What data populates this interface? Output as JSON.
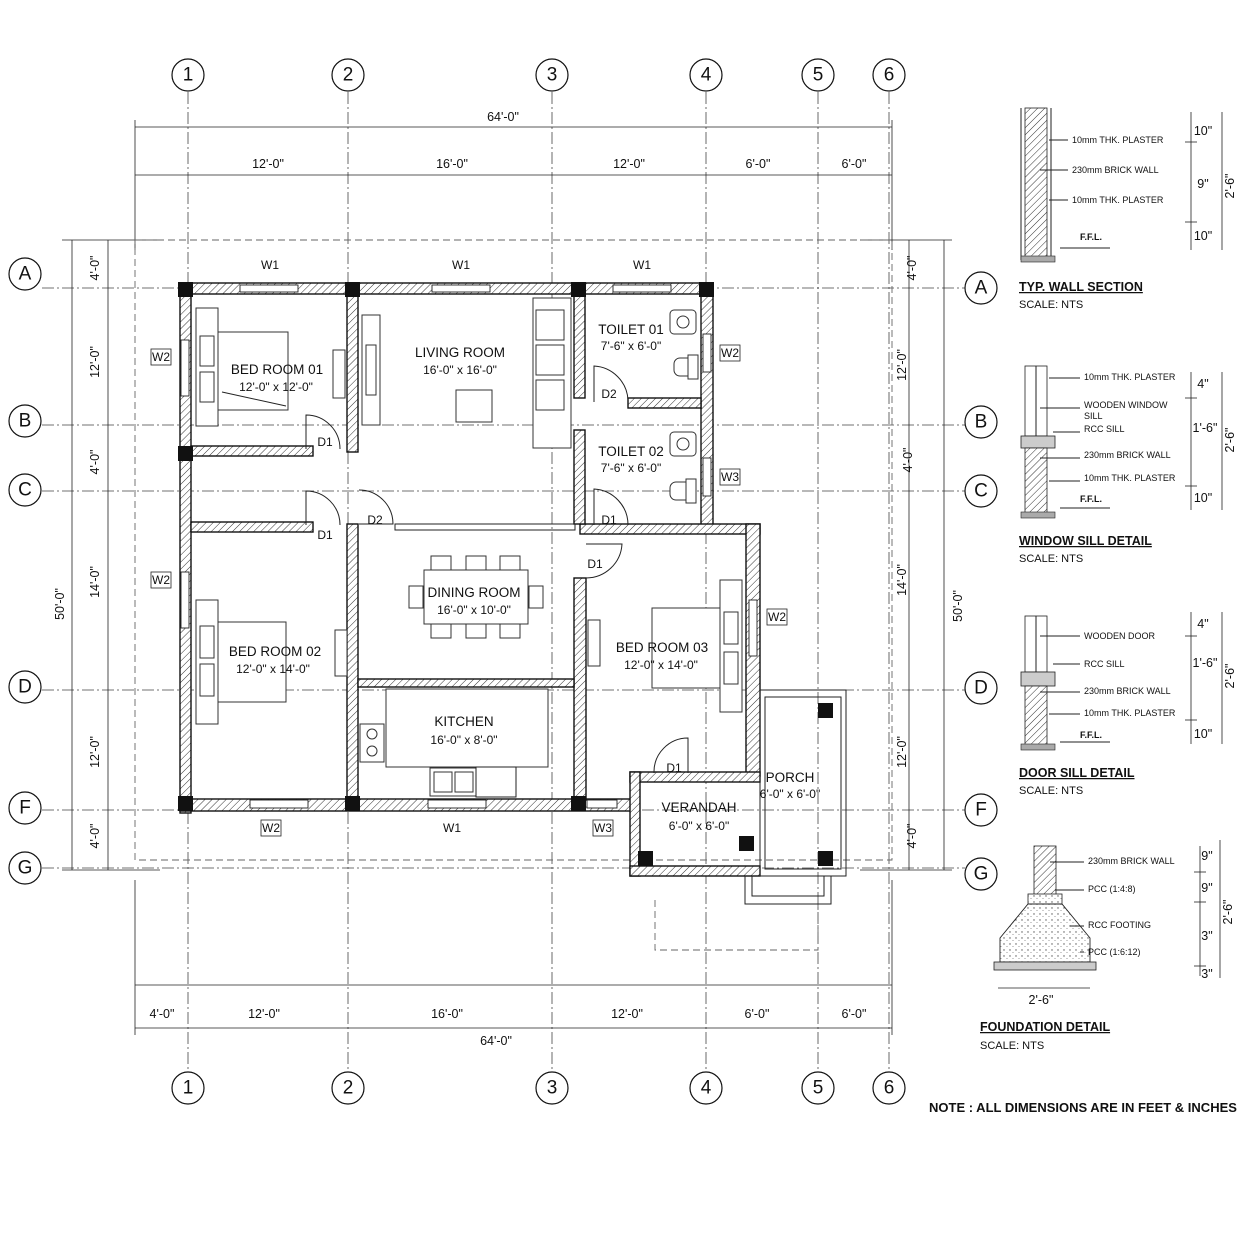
{
  "grid_columns": [
    "1",
    "2",
    "3",
    "4",
    "5",
    "6"
  ],
  "grid_rows": [
    "A",
    "B",
    "C",
    "D",
    "F",
    "G"
  ],
  "dimensions": {
    "overall_width": "64'-0\"",
    "top_segments": [
      "12'-0\"",
      "16'-0\"",
      "12'-0\"",
      "6'-0\"",
      "6'-0\""
    ],
    "bottom_segments": [
      "4'-0\"",
      "12'-0\"",
      "16'-0\"",
      "12'-0\"",
      "6'-0\"",
      "6'-0\""
    ],
    "left_segments": [
      "4'-0\"",
      "12'-0\"",
      "4'-0\"",
      "14'-0\"",
      "12'-0\"",
      "4'-0\""
    ],
    "right_segments": [
      "4'-0\"",
      "12'-0\"",
      "4'-0\"",
      "14'-0\"",
      "12'-0\"",
      "4'-0\""
    ],
    "overall_depth": "50'-0\""
  },
  "rooms": {
    "bed1": {
      "name": "BED ROOM 01",
      "size": "12'-0\" x 12'-0\""
    },
    "living": {
      "name": "LIVING ROOM",
      "size": "16'-0\" x 16'-0\""
    },
    "toilet1": {
      "name": "TOILET 01",
      "size": "7'-6\" x 6'-0\""
    },
    "toilet2": {
      "name": "TOILET 02",
      "size": "7'-6\" x 6'-0\""
    },
    "dining": {
      "name": "DINING ROOM",
      "size": "16'-0\" x 10'-0\""
    },
    "bed2": {
      "name": "BED ROOM 02",
      "size": "12'-0\" x 14'-0\""
    },
    "bed3": {
      "name": "BED ROOM 03",
      "size": "12'-0\" x 14'-0\""
    },
    "kitchen": {
      "name": "KITCHEN",
      "size": "16'-0\" x 8'-0\""
    },
    "verandah": {
      "name": "VERANDAH",
      "size": "6'-0\" x 6'-0\""
    },
    "porch": {
      "name": "PORCH",
      "size": "6'-0\" x 6'-0\""
    }
  },
  "tags": {
    "w1": "W1",
    "w2": "W2",
    "w3": "W3",
    "d1": "D1",
    "d2": "D2"
  },
  "details": {
    "wall": {
      "title": "TYP. WALL SECTION",
      "scale": "SCALE: NTS",
      "callouts": [
        "10mm THK. PLASTER",
        "230mm BRICK WALL",
        "10mm THK. PLASTER",
        "F.F.L."
      ],
      "dims": [
        "10\"",
        "9\"",
        "10\""
      ],
      "total": "2'-6\""
    },
    "window": {
      "title": "WINDOW SILL DETAIL",
      "scale": "SCALE: NTS",
      "callouts": [
        "10mm THK. PLASTER",
        "WOODEN WINDOW",
        "SILL",
        "RCC SILL",
        "230mm BRICK WALL",
        "10mm THK. PLASTER",
        "F.F.L."
      ],
      "dims": [
        "4\"",
        "1'-6\"",
        "10\""
      ],
      "total": "2'-6\""
    },
    "door": {
      "title": "DOOR SILL DETAIL",
      "scale": "SCALE: NTS",
      "callouts": [
        "WOODEN DOOR",
        "RCC SILL",
        "230mm BRICK WALL",
        "10mm THK. PLASTER",
        "F.F.L."
      ],
      "dims": [
        "4\"",
        "1'-6\"",
        "10\""
      ],
      "total": "2'-6\""
    },
    "foundation": {
      "title": "FOUNDATION DETAIL",
      "scale": "SCALE: NTS",
      "callouts": [
        "230mm BRICK WALL",
        "PCC (1:4:8)",
        "RCC FOOTING",
        "PCC (1:6:12)"
      ],
      "dims": [
        "9\"",
        "9\"",
        "3\"",
        "3\""
      ],
      "total": "2'-6\"",
      "width": "2'-6\""
    }
  },
  "note": "NOTE : ALL DIMENSIONS ARE IN FEET & INCHES"
}
